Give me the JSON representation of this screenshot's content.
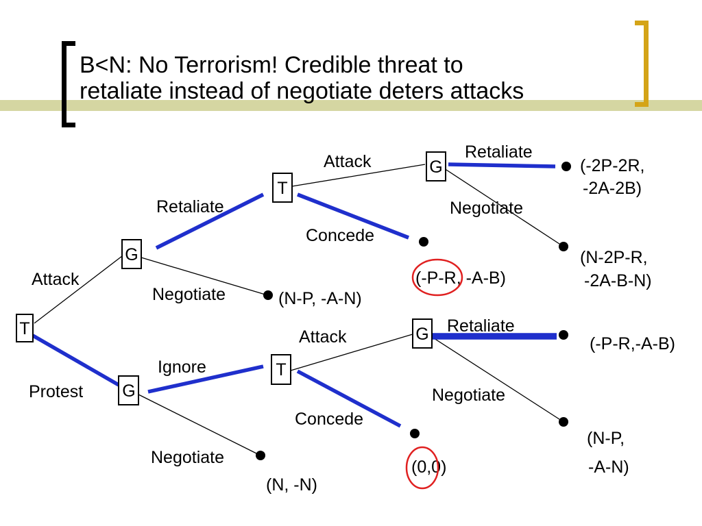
{
  "slide": {
    "title_line1": "B<N: No Terrorism!  Credible threat to",
    "title_line2": "retaliate instead of negotiate deters attacks"
  },
  "colors": {
    "accent_bar": "#d5d6a2",
    "left_bracket": "#000000",
    "right_bracket": "#d4a418",
    "equilibrium_path": "#1f2fcc",
    "highlight_circle": "#e02020"
  },
  "tree": {
    "nodes": {
      "root": "T",
      "upper_g": "G",
      "upper_t": "T",
      "upper_g2": "G",
      "lower_g": "G",
      "lower_t": "T",
      "lower_g2": "G"
    },
    "edges": {
      "attack": "Attack",
      "protest": "Protest",
      "upper_retaliate": "Retaliate",
      "upper_negotiate": "Negotiate",
      "upper_attack": "Attack",
      "upper_concede": "Concede",
      "upper_g2_retaliate": "Retaliate",
      "upper_g2_negotiate": "Negotiate",
      "lower_ignore": "Ignore",
      "lower_negotiate": "Negotiate",
      "lower_attack": "Attack",
      "lower_concede": "Concede",
      "lower_g2_retaliate": "Retaliate",
      "lower_g2_negotiate": "Negotiate"
    },
    "payoffs": {
      "p1_l1": "(-2P-2R,",
      "p1_l2": "-2A-2B)",
      "p2_l1": "(N-2P-R,",
      "p2_l2": "-2A-B-N)",
      "p3": "(-P-R, -A-B)",
      "p4": "(N-P, -A-N)",
      "p5": "(-P-R,-A-B)",
      "p6_l1": "(N-P,",
      "p6_l2": "-A-N)",
      "p7": "(0,0)",
      "p8": "(N, -N)"
    }
  }
}
